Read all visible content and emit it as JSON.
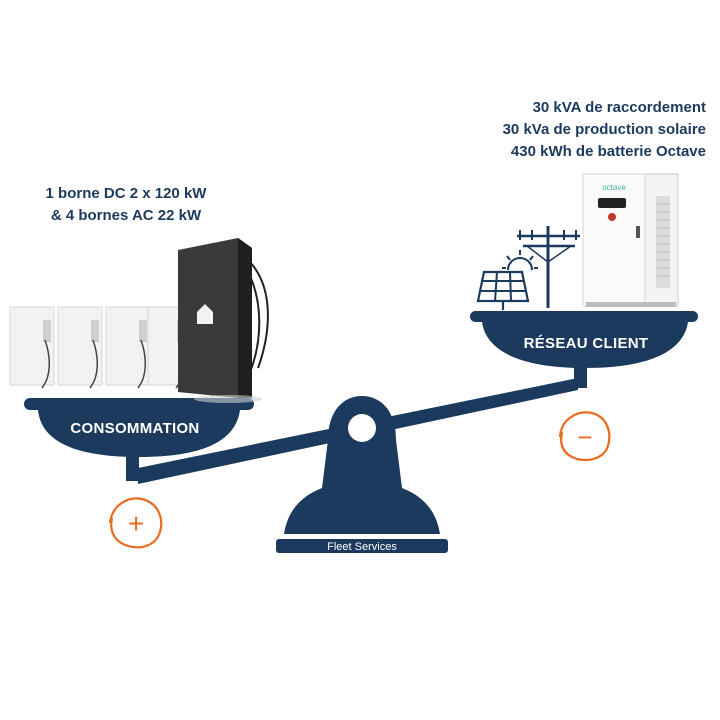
{
  "left_caption": {
    "line1": "1 borne DC 2 x 120 kW",
    "line2": "& 4 bornes AC 22 kW"
  },
  "right_caption": {
    "line1": "30 kVA de raccordement",
    "line2": "30 kVa de production solaire",
    "line3": "430 kWh de batterie Octave"
  },
  "pan_left_label": "CONSOMMATION",
  "pan_right_label": "RÉSEAU CLIENT",
  "base_label": "Fleet Services",
  "battery_brand": "octave",
  "sign_plus": "+",
  "sign_minus": "−",
  "colors": {
    "navy": "#1b3a5e",
    "orange": "#ea6a1f",
    "teal": "#46b29b"
  }
}
